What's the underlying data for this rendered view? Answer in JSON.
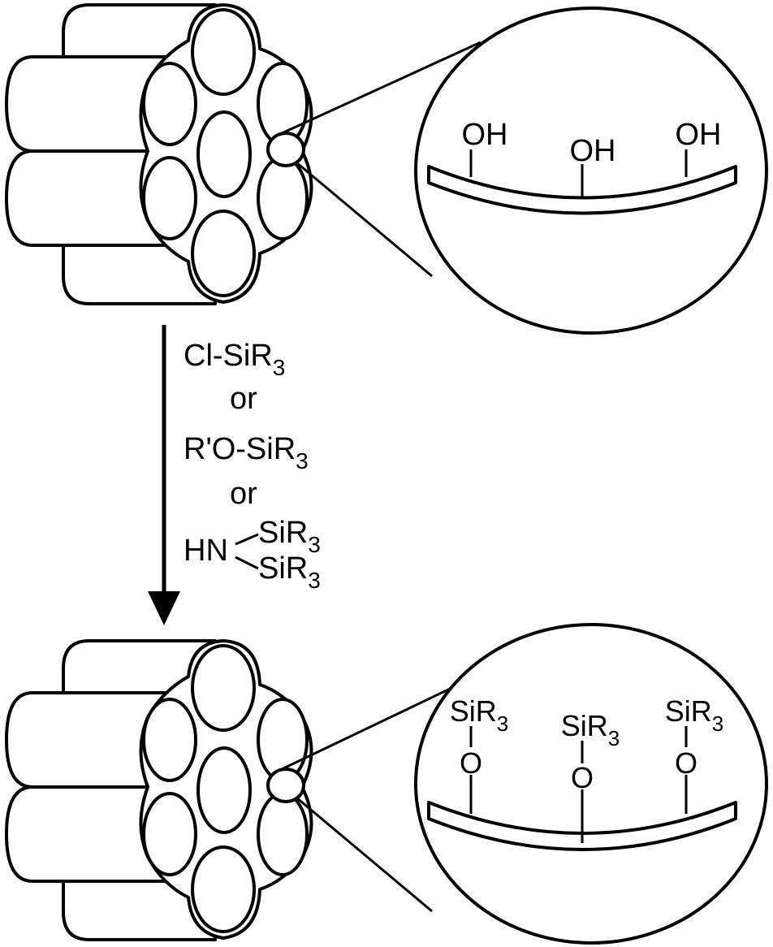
{
  "top_panel": {
    "groups": [
      "OH",
      "OH",
      "OH"
    ]
  },
  "reagents": {
    "r1_main": "Cl-SiR",
    "r1_sub": "3",
    "or1": "or",
    "r2_main": "R'O-SiR",
    "r2_sub": "3",
    "or2": "or",
    "r3_hn": "HN",
    "r3_top_main": "SiR",
    "r3_top_sub": "3",
    "r3_bot_main": "SiR",
    "r3_bot_sub": "3"
  },
  "bottom_panel": {
    "silyl_main": [
      "SiR",
      "SiR",
      "SiR"
    ],
    "silyl_sub": [
      "3",
      "3",
      "3"
    ],
    "linker": [
      "O",
      "O",
      "O"
    ]
  },
  "colors": {
    "ink": "#000000",
    "background": "#ffffff"
  }
}
